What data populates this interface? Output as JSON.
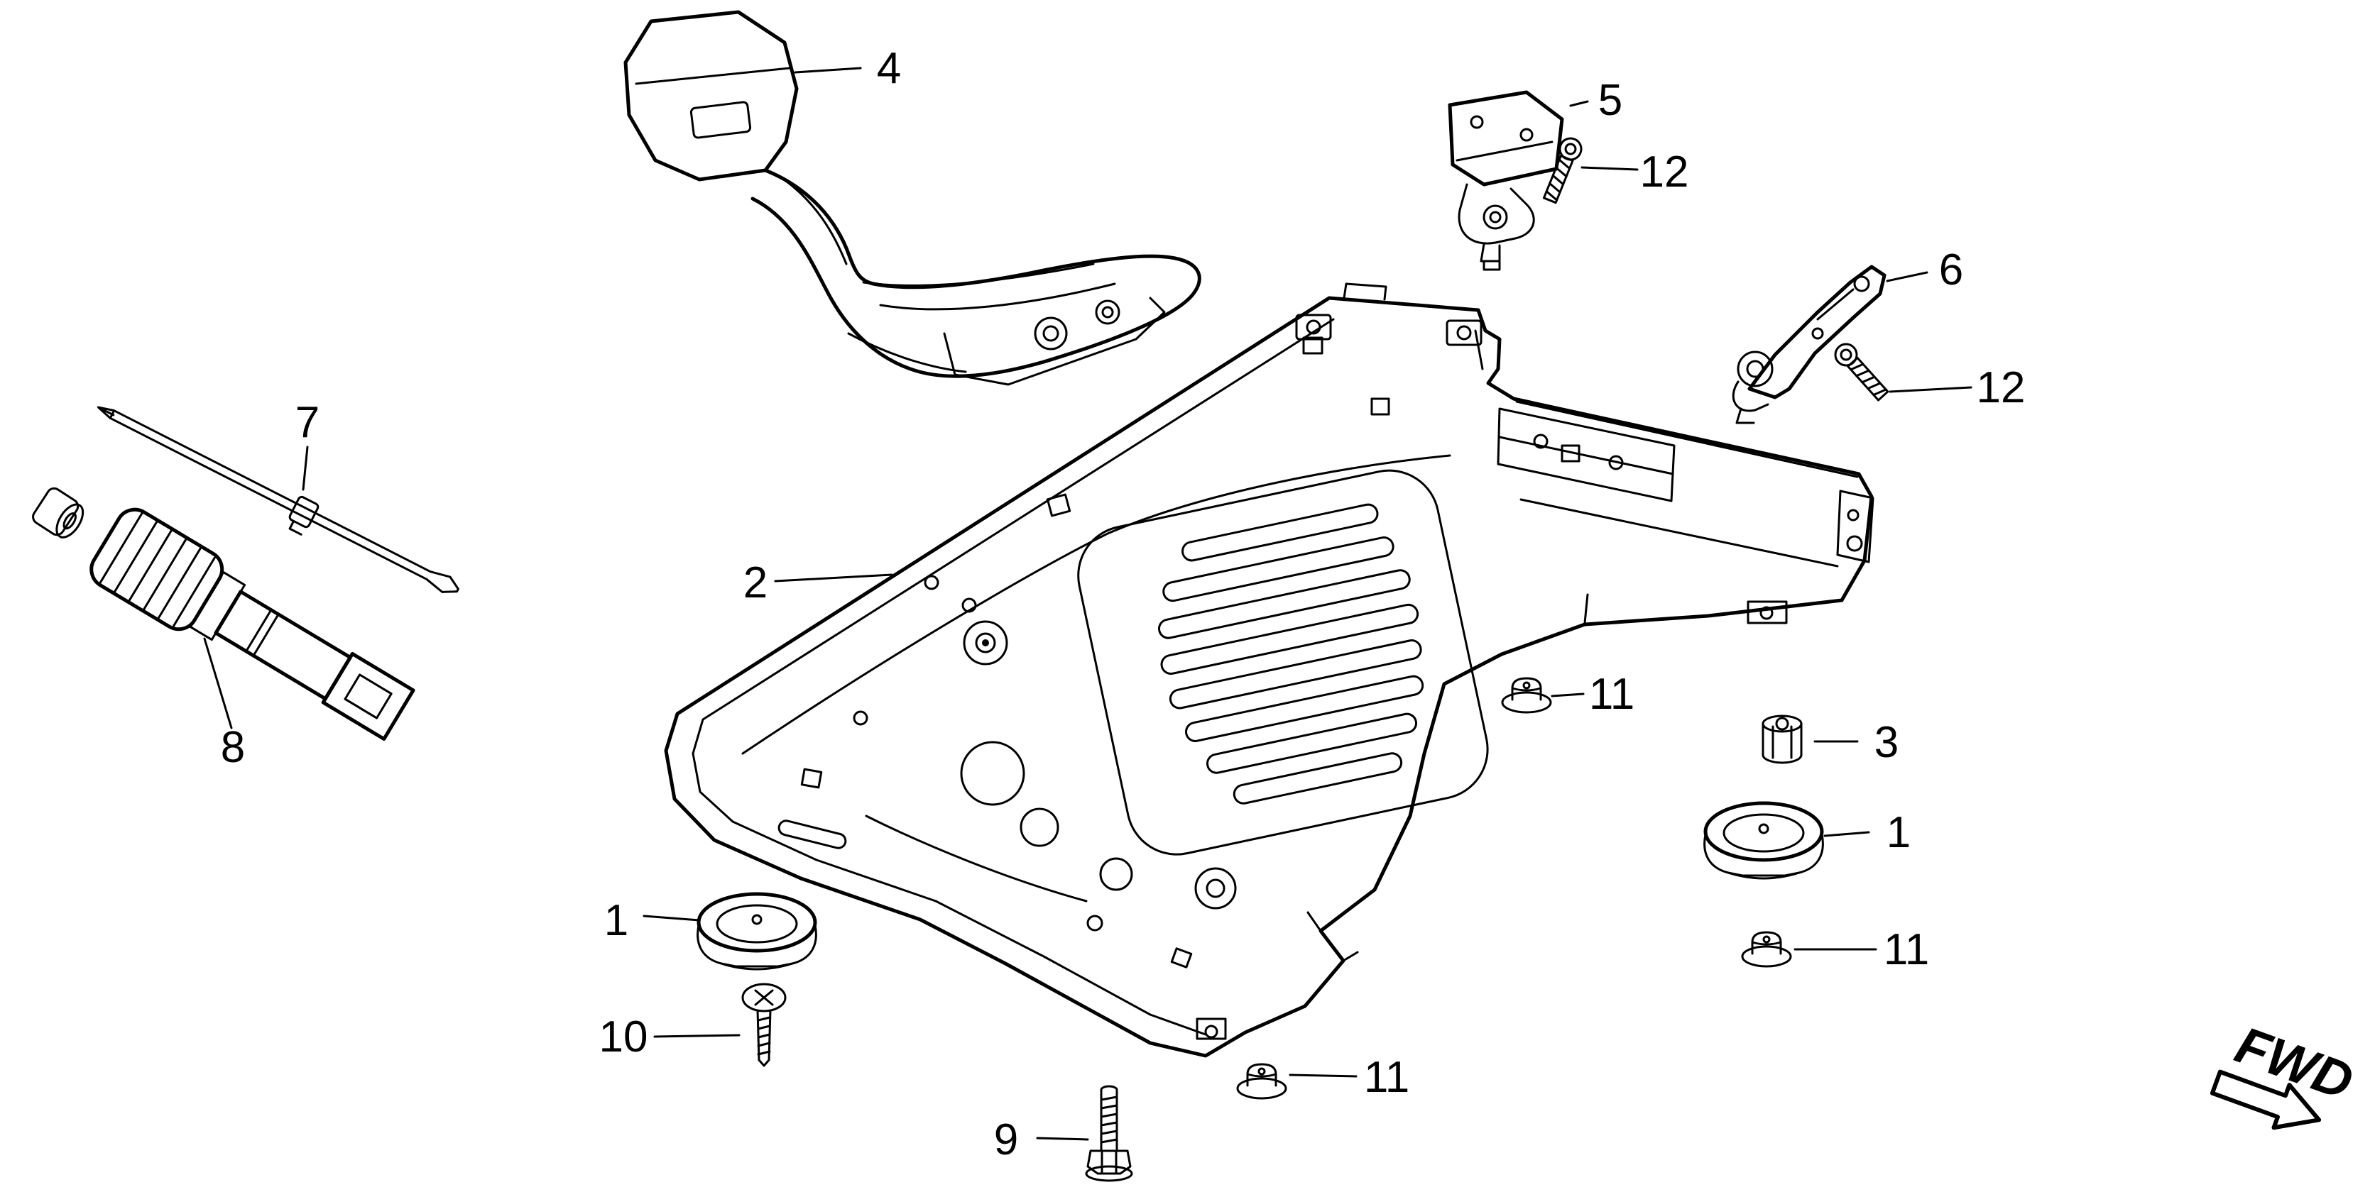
{
  "diagram": {
    "type": "exploded-parts-diagram",
    "background_color": "#ffffff",
    "line_color": "#000000",
    "callouts": [
      {
        "label": "4"
      },
      {
        "label": "5"
      },
      {
        "label": "12"
      },
      {
        "label": "6"
      },
      {
        "label": "12"
      },
      {
        "label": "7"
      },
      {
        "label": "2"
      },
      {
        "label": "11"
      },
      {
        "label": "8"
      },
      {
        "label": "3"
      },
      {
        "label": "1"
      },
      {
        "label": "11"
      },
      {
        "label": "1"
      },
      {
        "label": "10"
      },
      {
        "label": "11"
      },
      {
        "label": "9"
      }
    ],
    "direction_indicator": {
      "label": "FWD"
    }
  }
}
